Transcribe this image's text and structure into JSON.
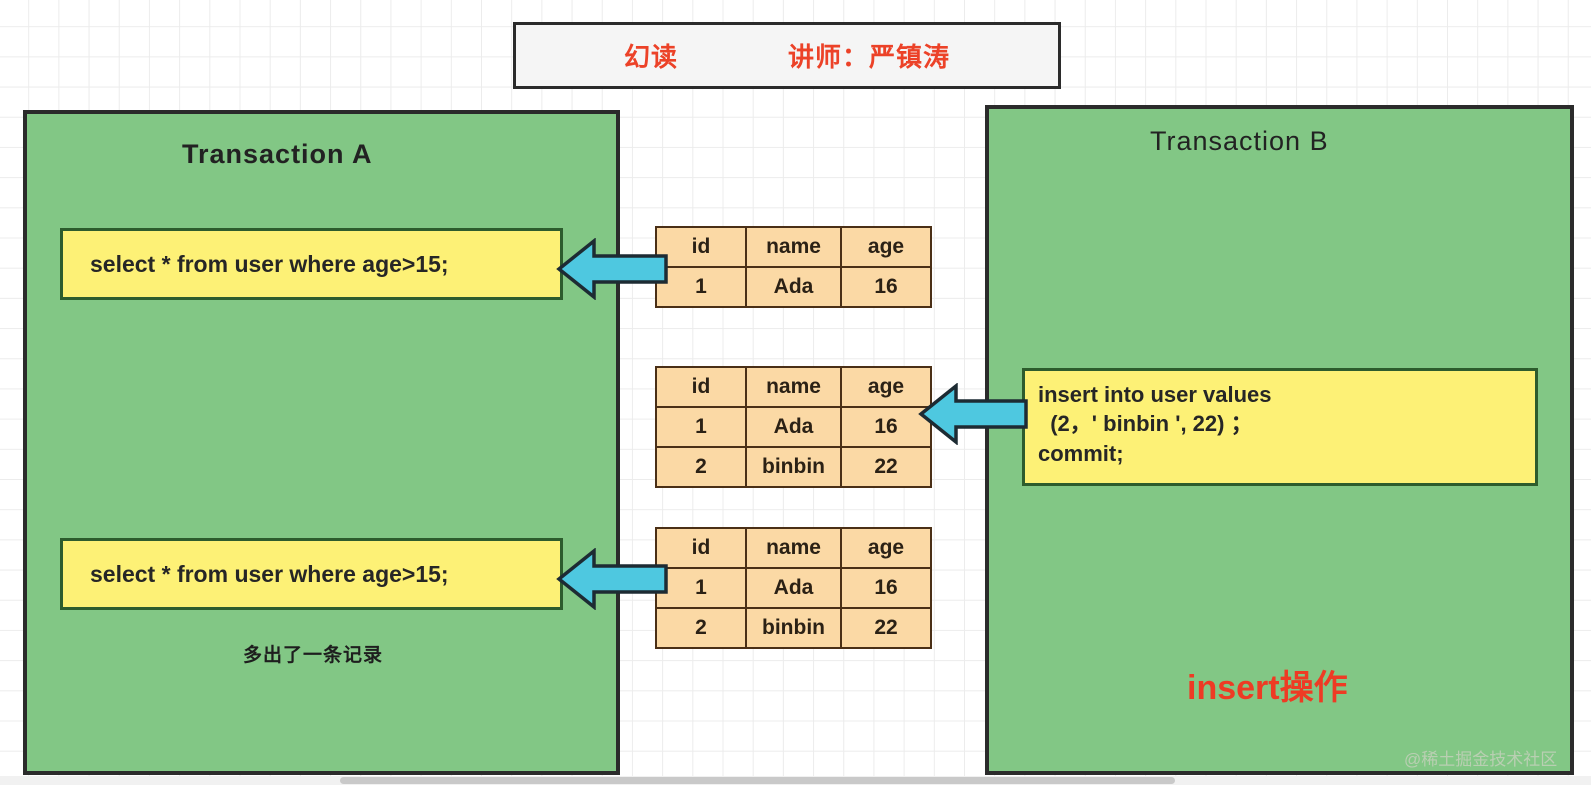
{
  "header": {
    "topic": "幻读",
    "instructor": "讲师：严镇涛"
  },
  "panels": {
    "left": {
      "title": "Transaction   A"
    },
    "right": {
      "title": "Transaction   B"
    }
  },
  "statements": {
    "select_first": "select * from user where age>15;",
    "select_second": "select * from user where age>15;",
    "insert_block": "insert into user values\n  (2，' binbin ', 22) ；\ncommit;"
  },
  "tables": {
    "headers": {
      "id": "id",
      "name": "name",
      "age": "age"
    },
    "snapshot_1": {
      "rows": [
        {
          "id": "1",
          "name": "Ada",
          "age": "16"
        }
      ]
    },
    "snapshot_2": {
      "rows": [
        {
          "id": "1",
          "name": "Ada",
          "age": "16"
        },
        {
          "id": "2",
          "name": "binbin",
          "age": "22"
        }
      ]
    },
    "snapshot_3": {
      "rows": [
        {
          "id": "1",
          "name": "Ada",
          "age": "16"
        },
        {
          "id": "2",
          "name": "binbin",
          "age": "22"
        }
      ]
    }
  },
  "annotations": {
    "extra_record": "多出了一条记录",
    "insert_operation": "insert操作",
    "watermark": "@稀土掘金技术社区"
  },
  "colors": {
    "panel_green": "#82c785",
    "sql_yellow": "#fdf176",
    "sql_border": "#2d5c2d",
    "table_peach": "#fbd9a5",
    "table_border": "#4a2f16",
    "arrow_cyan": "#4ec8e0",
    "accent_red": "#ec4228",
    "outline_dark": "#2b2b2b"
  }
}
